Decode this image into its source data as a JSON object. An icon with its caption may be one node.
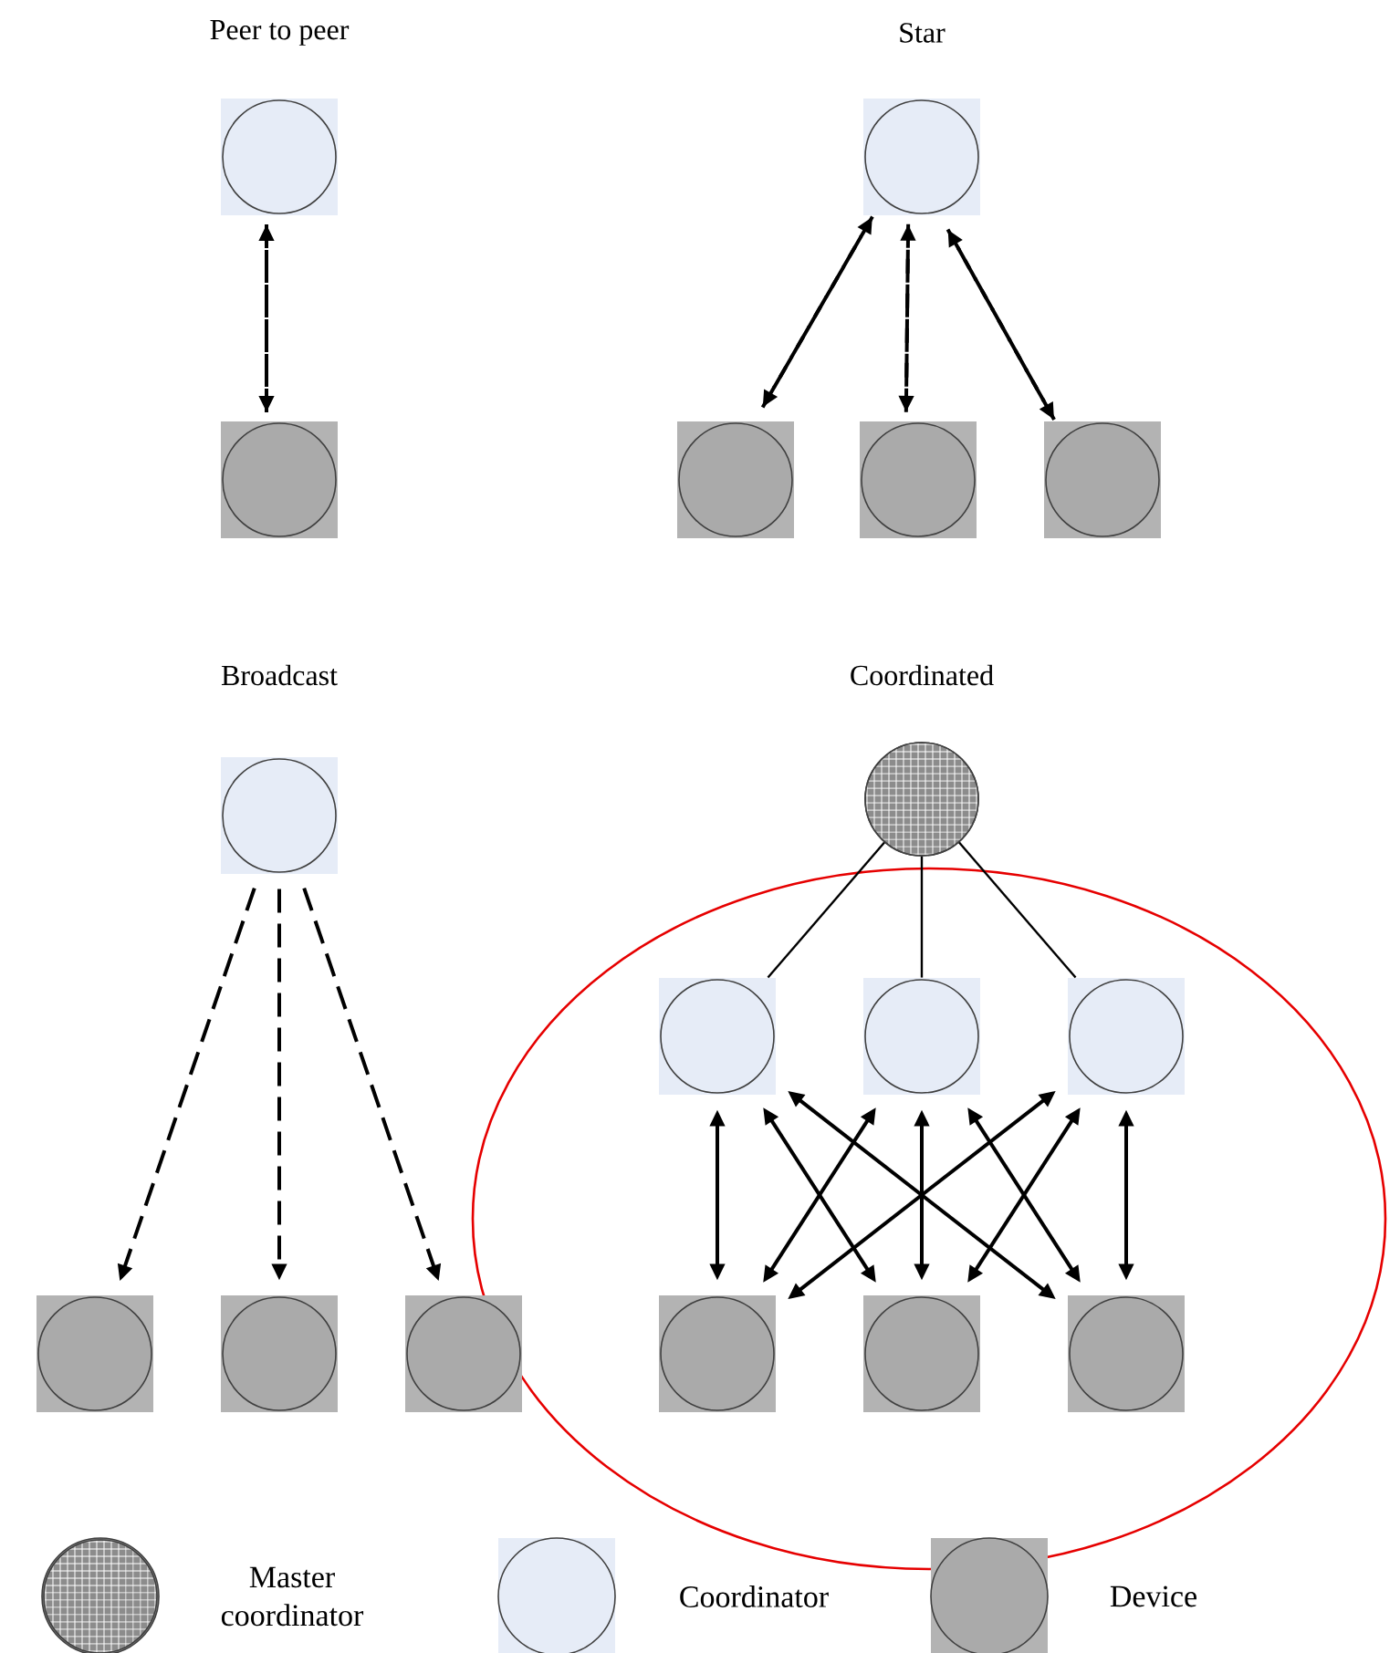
{
  "diagram": {
    "nodes": [
      {
        "text": [],
        "shape": "box"
      },
      {
        "text": [],
        "shape": "box"
      },
      {
        "text": [],
        "shape": "box"
      },
      {
        "text": [],
        "shape": "box"
      },
      {
        "text": [],
        "shape": "box"
      },
      {
        "text": [],
        "shape": "box"
      },
      {
        "text": [],
        "shape": "box"
      },
      {
        "text": [],
        "shape": "box"
      },
      {
        "text": [],
        "shape": "box"
      },
      {
        "text": [],
        "shape": "box"
      },
      {
        "text": [],
        "shape": "circle"
      },
      {
        "text": [],
        "shape": "box"
      },
      {
        "text": [],
        "shape": "box"
      },
      {
        "text": [],
        "shape": "box"
      },
      {
        "text": [],
        "shape": "box"
      },
      {
        "text": [],
        "shape": "box"
      },
      {
        "text": [],
        "shape": "box"
      }
    ],
    "edges": [
      {
        "from": 1,
        "to": 0,
        "arrow": "to",
        "style": "dashed"
      },
      {
        "from": 0,
        "to": 1,
        "arrow": "to",
        "style": "dashed"
      },
      {
        "from": 3,
        "to": 2,
        "arrow": "to",
        "style": "dashed"
      },
      {
        "from": 2,
        "to": 3,
        "arrow": "to",
        "style": "dashed"
      },
      {
        "from": 4,
        "to": 2,
        "arrow": "to",
        "style": "dashed"
      },
      {
        "from": 2,
        "to": 4,
        "arrow": "to",
        "style": "dashed"
      },
      {
        "from": 5,
        "to": 2,
        "arrow": "to",
        "style": "dashed"
      },
      {
        "from": 2,
        "to": 5,
        "arrow": "to",
        "style": "dashed"
      },
      {
        "from": 6,
        "to": 7,
        "arrow": "to",
        "style": "dashed"
      },
      {
        "from": 6,
        "to": 8,
        "arrow": "to",
        "style": "dashed"
      },
      {
        "from": 6,
        "to": 9,
        "arrow": "to",
        "style": "dashed"
      },
      {
        "from": 10,
        "to": 11,
        "arrow": "none"
      },
      {
        "from": 10,
        "to": 12,
        "arrow": "none"
      },
      {
        "from": 10,
        "to": 13,
        "arrow": "none"
      },
      {
        "from": 11,
        "to": 14,
        "arrow": "both"
      },
      {
        "from": 11,
        "to": 15,
        "arrow": "both"
      },
      {
        "from": 11,
        "to": 16,
        "arrow": "both"
      },
      {
        "from": 12,
        "to": 14,
        "arrow": "both"
      },
      {
        "from": 12,
        "to": 15,
        "arrow": "both"
      },
      {
        "from": 12,
        "to": 16,
        "arrow": "both"
      },
      {
        "from": 13,
        "to": 14,
        "arrow": "both"
      },
      {
        "from": 13,
        "to": 15,
        "arrow": "both"
      },
      {
        "from": 13,
        "to": 16,
        "arrow": "both"
      }
    ],
    "labels": [
      "Peer to peer",
      "Star",
      "Broadcast",
      "Coordinated"
    ],
    "legend": [
      {
        "text": "Master coordinator"
      },
      {
        "text": "Coordinator"
      },
      {
        "text": "Device"
      }
    ]
  }
}
